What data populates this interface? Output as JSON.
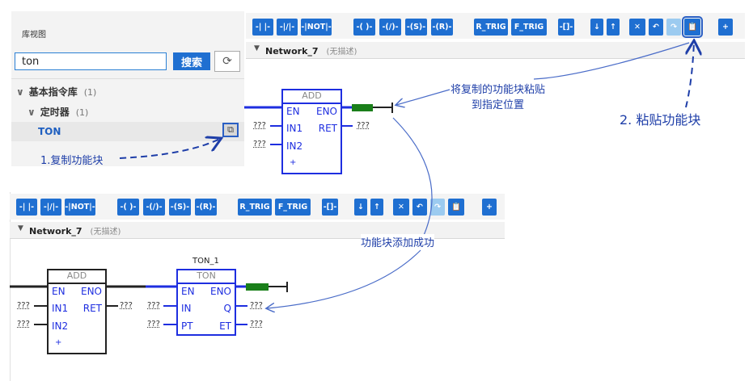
{
  "library": {
    "title": "库视图",
    "search_value": "ton",
    "search_button": "搜索",
    "refresh_icon": "refresh-icon",
    "tree": [
      {
        "label": "基本指令库",
        "count": "(1)"
      },
      {
        "label": "定时器",
        "count": "(1)"
      },
      {
        "label": "TON"
      }
    ]
  },
  "toolbar": {
    "contacts": [
      "-| |-",
      "-|/|-",
      "-|NOT|-"
    ],
    "coils": [
      "-( )-",
      "-(/)-",
      "-(S)-",
      "-(R)-"
    ],
    "edges": [
      "R_TRIG",
      "F_TRIG"
    ],
    "block": "-[]-",
    "arrows": [
      "↓",
      "↑"
    ],
    "edit": [
      "✕",
      "↶",
      "↷",
      "📋"
    ],
    "add": "+"
  },
  "network": {
    "name": "Network_7",
    "desc": "(无描述)"
  },
  "add_block": {
    "title": "ADD",
    "pins_left": [
      "EN",
      "IN1",
      "IN2"
    ],
    "pins_right": [
      "ENO",
      "RET"
    ],
    "extra": "+",
    "placeholder": "???"
  },
  "ton_block": {
    "instance": "TON_1",
    "title": "TON",
    "pins_left": [
      "EN",
      "IN",
      "PT"
    ],
    "pins_right": [
      "ENO",
      "Q",
      "ET"
    ]
  },
  "annotations": {
    "copy": "1.复制功能块",
    "paste_place": "将复制的功能块粘贴\n到指定位置",
    "paste": "2. 粘贴功能块",
    "added": "功能块添加成功"
  },
  "colors": {
    "accent": "#1f6fd1",
    "annotation": "#1e3ea8",
    "wire_blue": "#1e2ee0",
    "wire_green": "#1a7f1a"
  }
}
